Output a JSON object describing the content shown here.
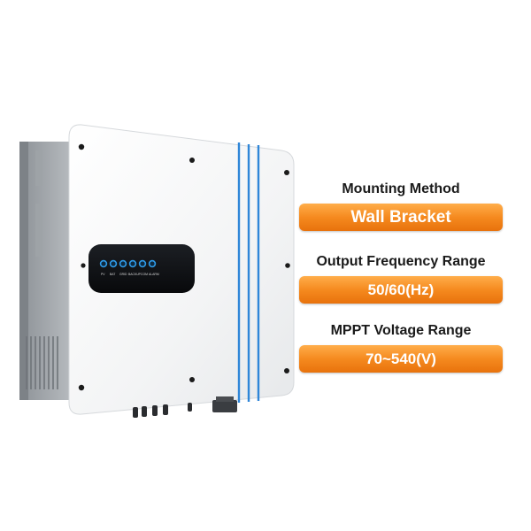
{
  "panel": {
    "led_labels": [
      "PV",
      "BAT",
      "GRID",
      "BACKUP",
      "COM",
      "ALARM"
    ]
  },
  "specs": [
    {
      "title": "Mounting Method",
      "value": "Wall Bracket"
    },
    {
      "title": "Output Frequency Range",
      "value": "50/60(Hz)"
    },
    {
      "title": "MPPT Voltage Range",
      "value": "70~540(V)"
    }
  ],
  "colors": {
    "accent_orange": "#f58a1f",
    "stripe_blue": "#2f86d8",
    "led_blue": "#2f9be8",
    "body_white": "#f4f5f6",
    "display_black": "#101216"
  }
}
